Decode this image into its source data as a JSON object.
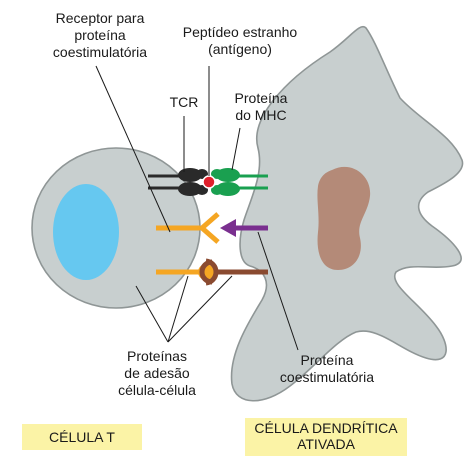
{
  "labels": {
    "receptor_costim": "Receptor para\nproteína\ncoestimulatória",
    "peptide": "Peptídeo estranho\n(antígeno)",
    "tcr": "TCR",
    "mhc": "Proteína\ndo MHC",
    "adhesion": "Proteínas\nde adesão\ncélula-célula",
    "costim_protein": "Proteína\ncoestimulatória"
  },
  "captions": {
    "t_cell": "CÉLULA T",
    "dendritic_cell": "CÉLULA DENDRÍTICA\nATIVADA"
  },
  "colors": {
    "cell_fill": "#c8cfcf",
    "cell_stroke": "#8f9696",
    "t_nucleus": "#66c8f0",
    "dc_nucleus": "#b48a78",
    "tcr": "#2a2a2a",
    "mhc": "#1aa050",
    "antigen": "#e0202c",
    "receptor": "#f5a623",
    "costim_arrow": "#7a2f8f",
    "adhesion_right": "#8a4a30",
    "caption_bg": "#fbf3a6"
  }
}
